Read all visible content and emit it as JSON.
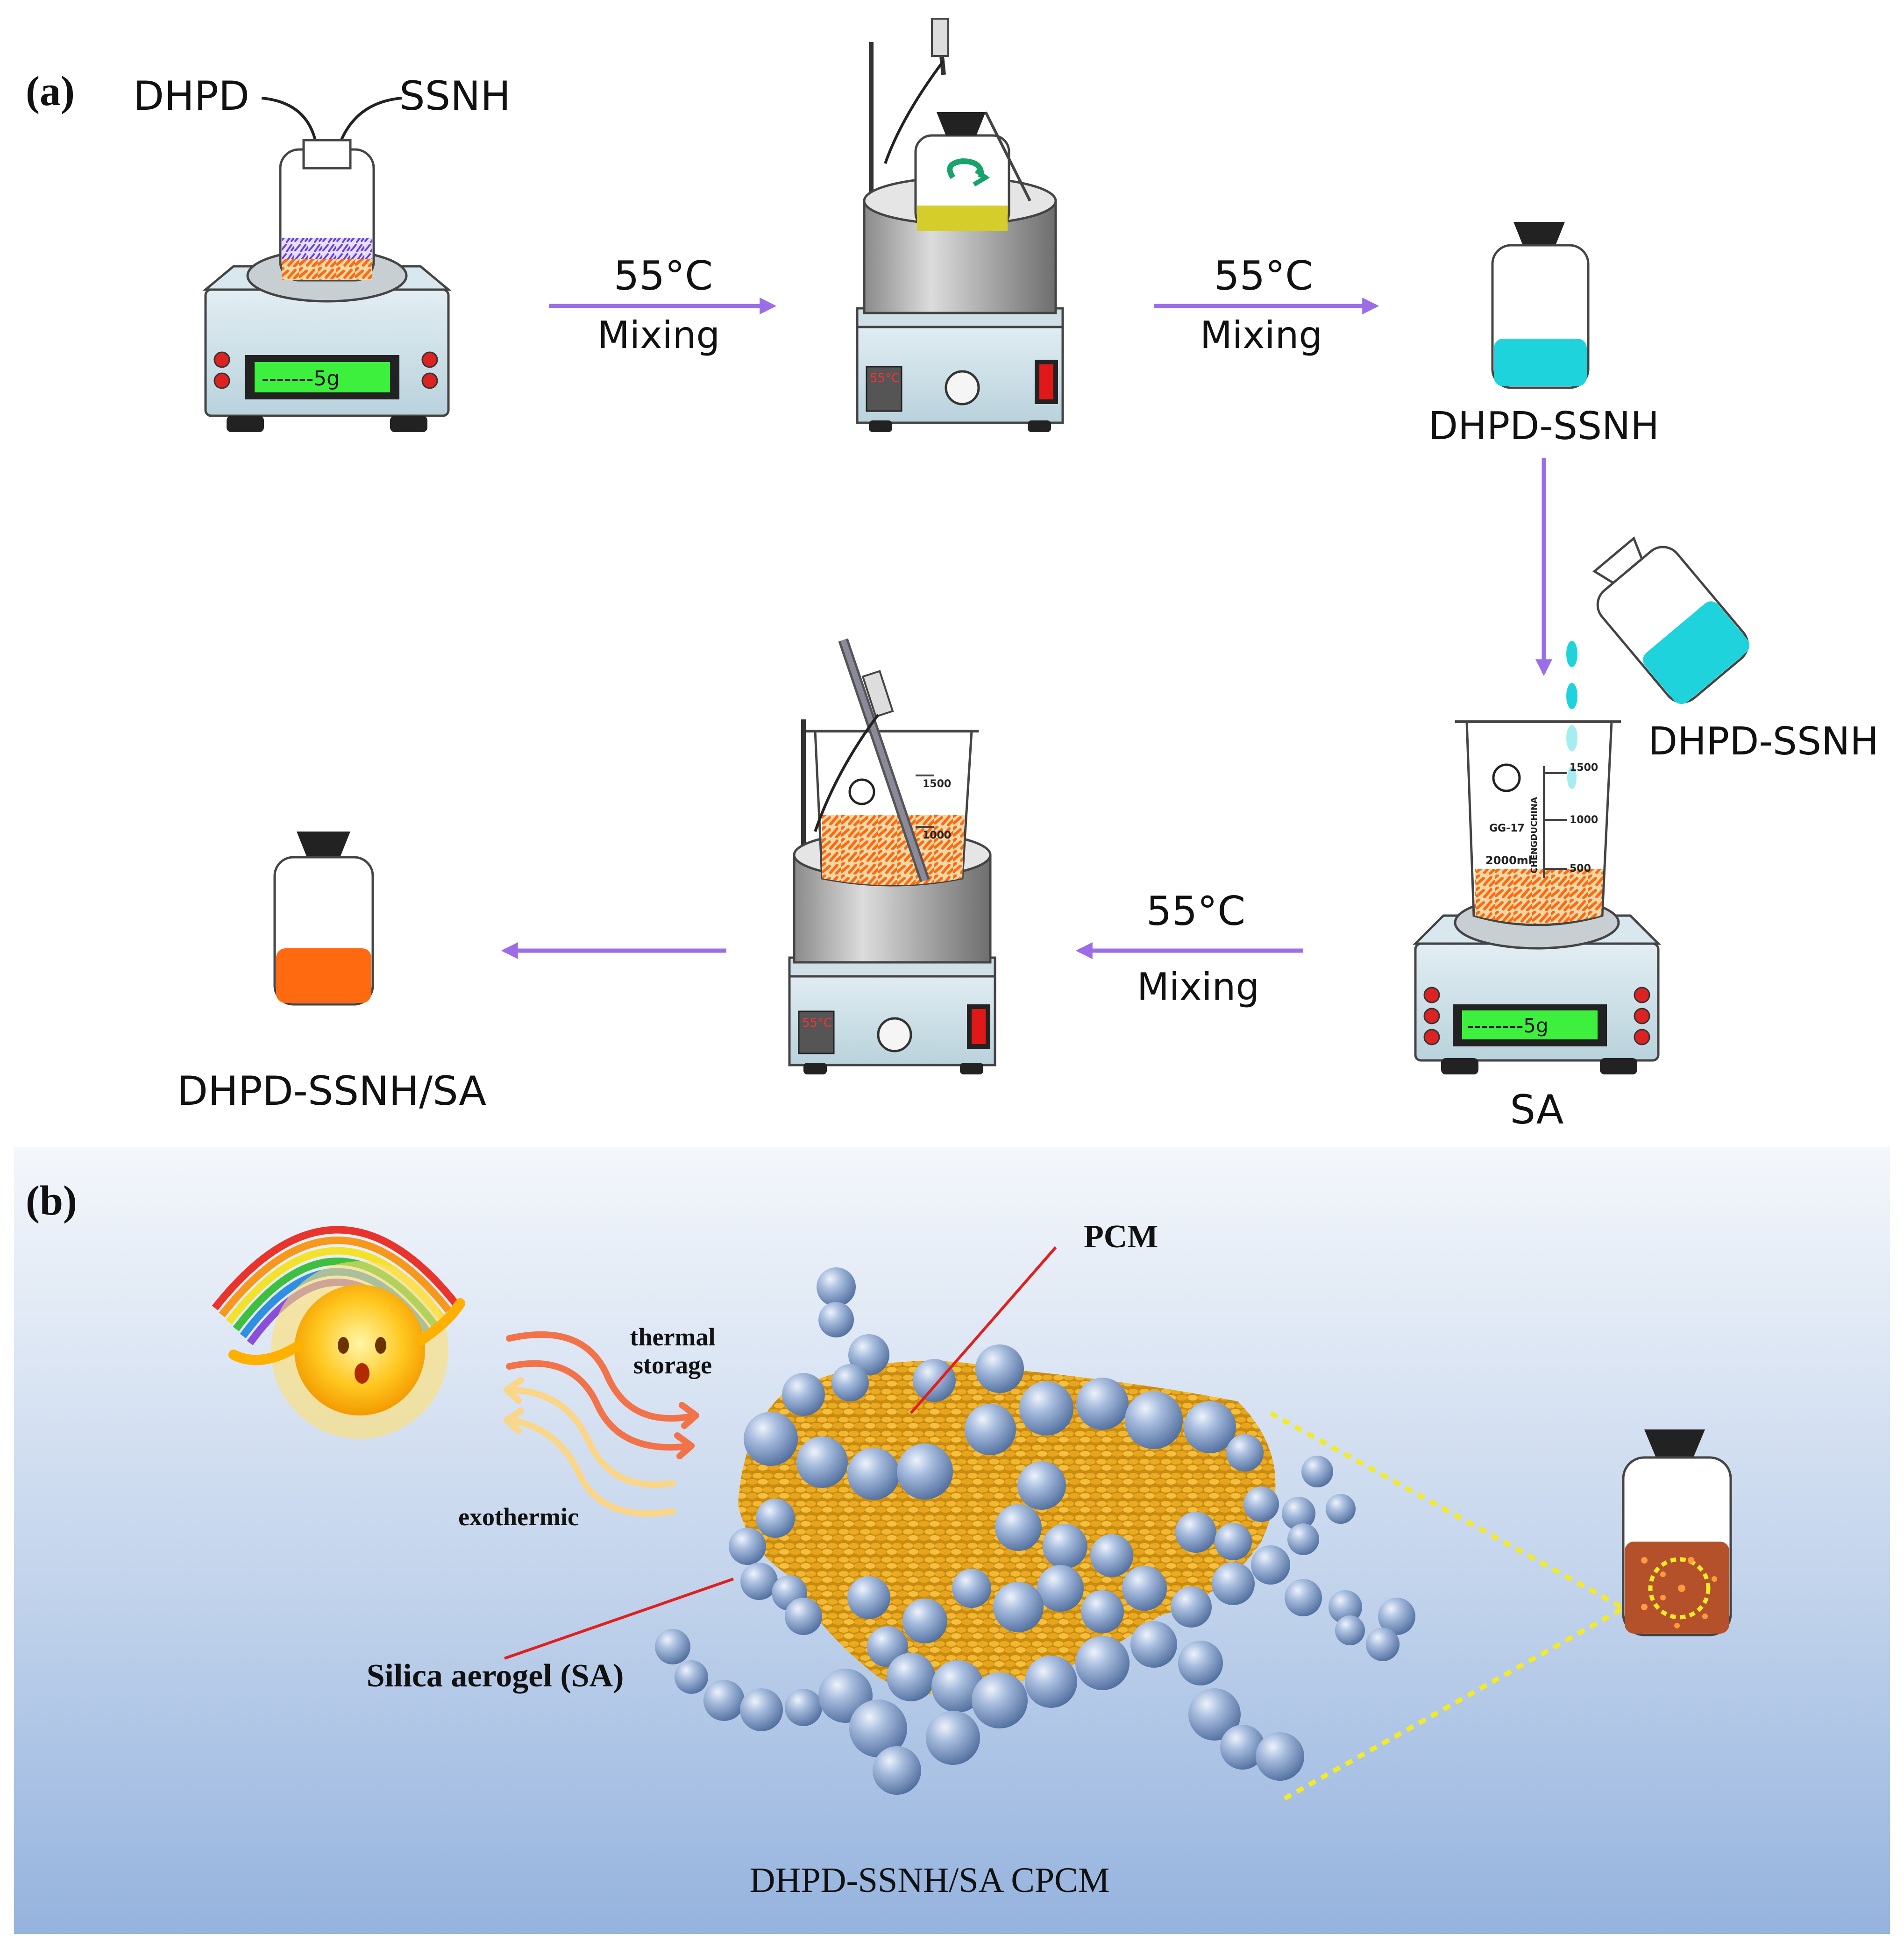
{
  "panel_a": {
    "label": "(a)",
    "inputs": {
      "left": "DHPD",
      "right": "SSNH"
    },
    "scale_display": "-------5g",
    "scale_display_2": "--------5g",
    "stirrer_temp": "55°C",
    "steps": [
      {
        "temp": "55°C",
        "action": "Mixing"
      },
      {
        "temp": "55°C",
        "action": "Mixing"
      },
      {
        "temp": "55°C",
        "action": "Mixing"
      }
    ],
    "products": {
      "intermediate": "DHPD-SSNH",
      "poured": "DHPD-SSNH",
      "support": "SA",
      "final": "DHPD-SSNH/SA"
    },
    "beaker_marks": [
      "1500",
      "1000",
      "500",
      "GG-17",
      "2000ml",
      "CHENGDUCHINA"
    ],
    "beaker2_marks": [
      "1500",
      "1000"
    ]
  },
  "panel_b": {
    "label": "(b)",
    "heat_labels": {
      "storage_1": "thermal",
      "storage_2": "storage",
      "release": "exothermic"
    },
    "pcm_label": "PCM",
    "aerogel_label": "Silica aerogel (SA)",
    "composite_label": "DHPD-SSNH/SA CPCM"
  },
  "colors": {
    "arrow": "#9b6ee8",
    "pcm_gold": "#e8a71c",
    "sphere_blue": "#7d98c4",
    "cyan_liquid": "#1ed3dc",
    "orange_liquid": "#ff6a10",
    "callout_red": "#e02020",
    "dotted_yellow": "#f2ea2a",
    "lcd_green": "#3ef03e"
  }
}
